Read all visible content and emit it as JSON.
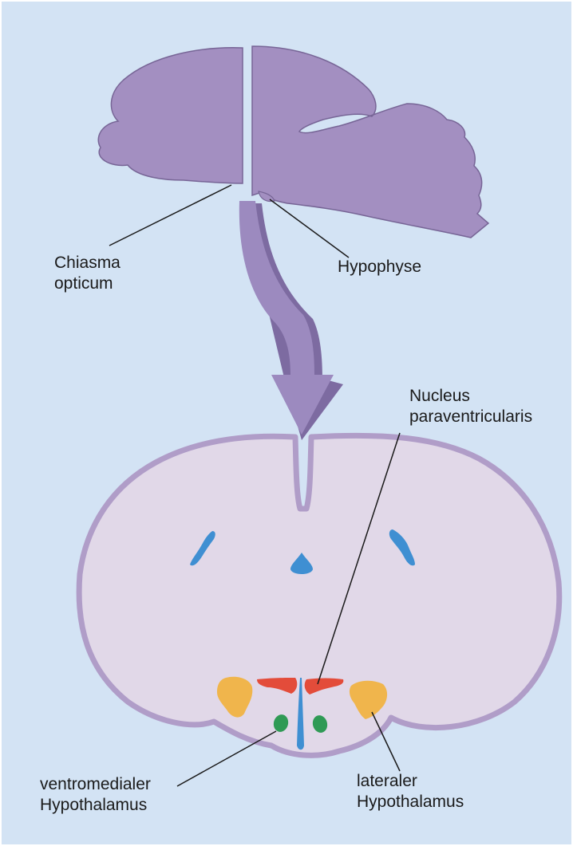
{
  "colors": {
    "background": "#d3e3f4",
    "brain_fill": "#a38fc1",
    "brain_stroke": "#776596",
    "section_fill": "#e1d8e8",
    "section_border": "#b09dc8",
    "ventricle": "#3f8fd2",
    "nucleus_paraventricularis": "#e34c3a",
    "lateral_hypothalamus": "#f0b54c",
    "ventromedial_hypothalamus": "#2f9a55",
    "arrow_main": "#9c8abf",
    "arrow_shadow": "#7d6ba1",
    "leader_line": "#1a1a1a"
  },
  "labels": {
    "chiasma_line1": "Chiasma",
    "chiasma_line2": "opticum",
    "hypophyse": "Hypophyse",
    "paraventricularis_line1": "Nucleus",
    "paraventricularis_line2": "paraventricularis",
    "ventromedial_line1": "ventromedialer",
    "ventromedial_line2": "Hypothalamus",
    "lateral_line1": "lateraler",
    "lateral_line2": "Hypothalamus"
  }
}
